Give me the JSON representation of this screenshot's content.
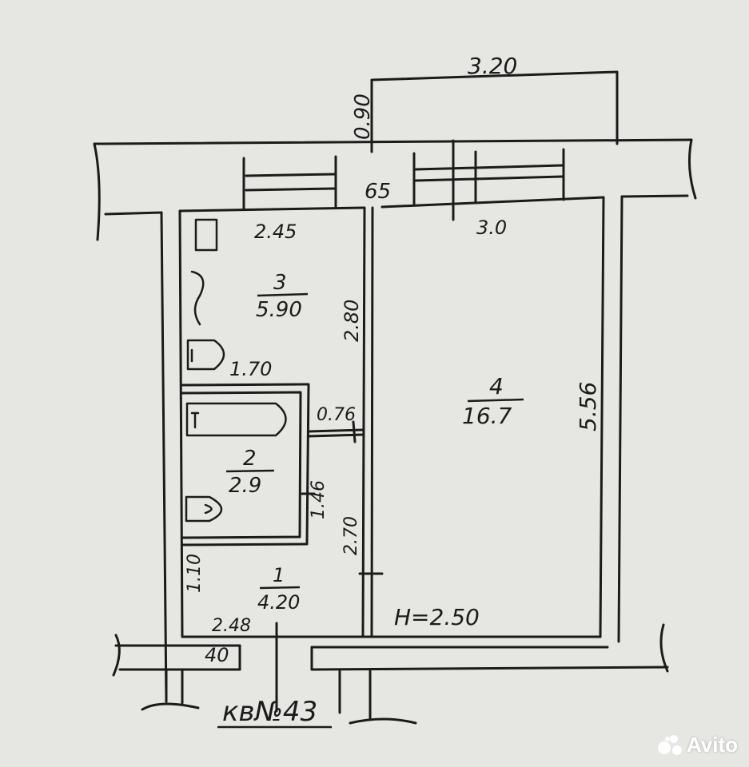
{
  "colors": {
    "paper": "#e6e6e2",
    "ink": "#1b1b1b"
  },
  "dimensions": {
    "balcony_width": "3.20",
    "balcony_depth": "0.90",
    "window_gap": "65",
    "room3_width": "2.45",
    "room4_width": "3.0",
    "room3_length": "2.80",
    "room4_length": "5.56",
    "bath_width": "1.70",
    "door_width": "0.76",
    "bath_length": "1.46",
    "hall_length": "2.70",
    "hall_short": "1.10",
    "hall_width": "2.48",
    "wall_opening": "40",
    "ceiling_height": "H=2.50"
  },
  "rooms": [
    {
      "number": "1",
      "area": "4.20"
    },
    {
      "number": "2",
      "area": "2.9"
    },
    {
      "number": "3",
      "area": "5.90"
    },
    {
      "number": "4",
      "area": "16.7"
    }
  ],
  "apartment_label": "кв№43",
  "watermark": {
    "brand": "Avito",
    "icon": "avito-dots-icon"
  }
}
